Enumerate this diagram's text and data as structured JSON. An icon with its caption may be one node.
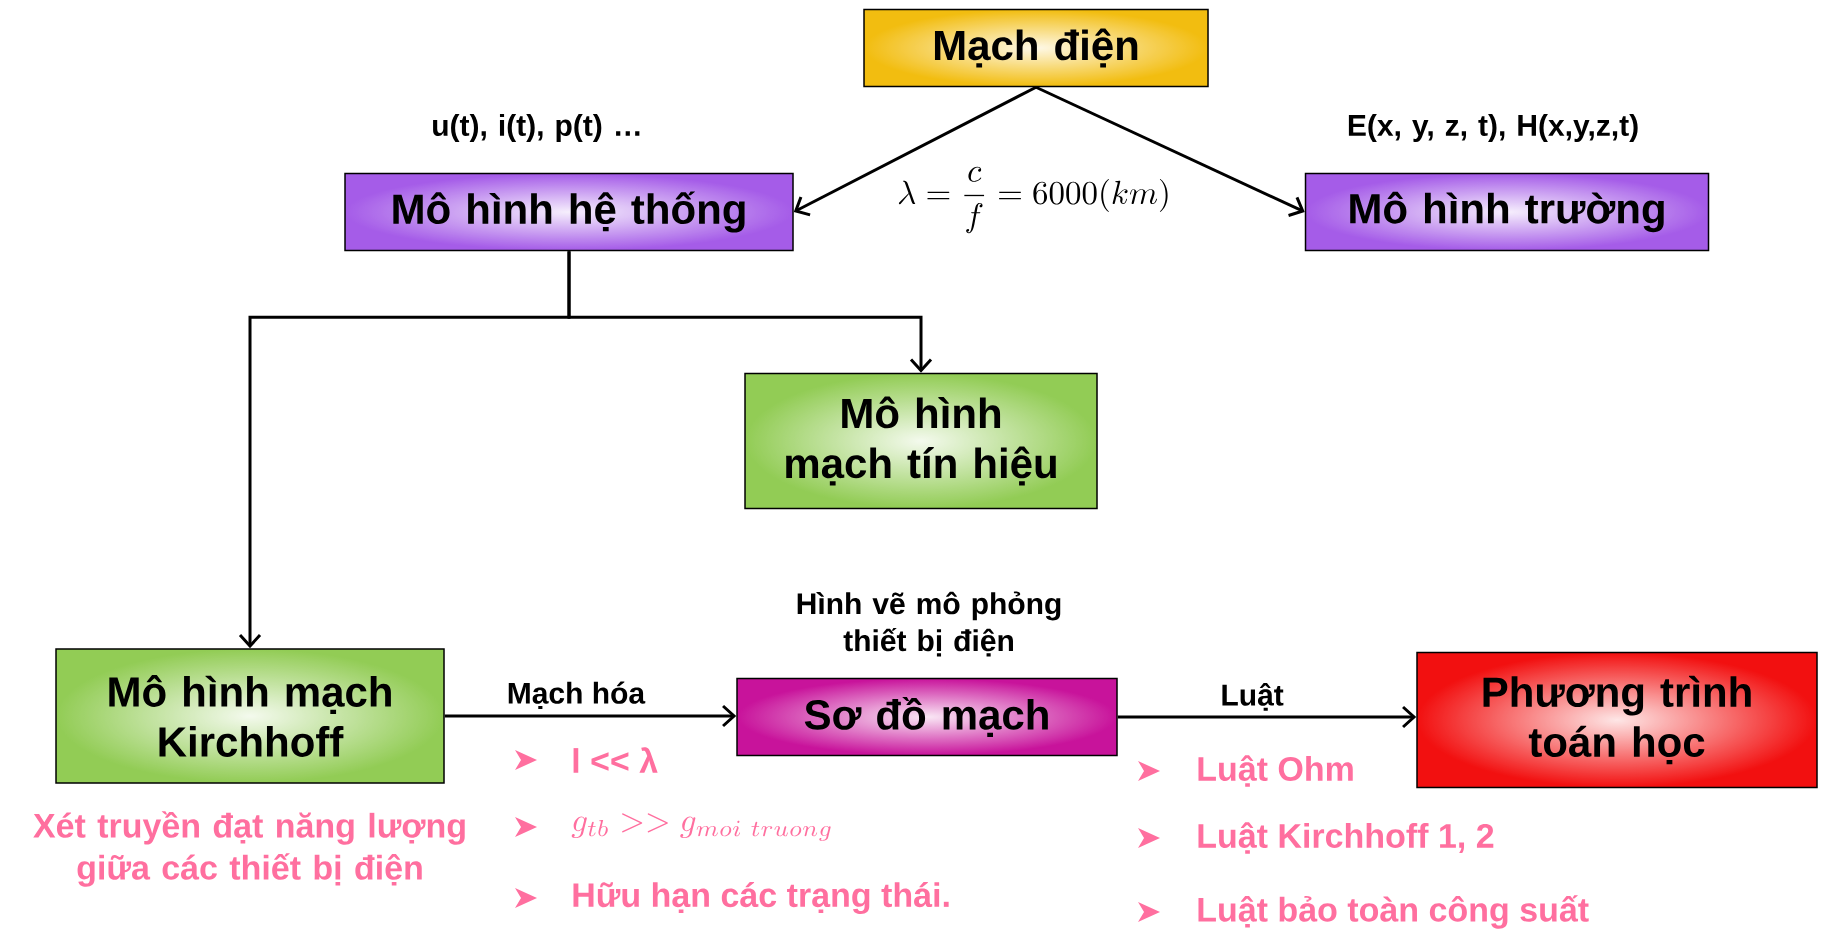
{
  "diagram": {
    "nodes": [
      {
        "text": [
          "Mạch điện"
        ]
      },
      {
        "text": [
          "Mô hình hệ thống"
        ],
        "beside": [
          "u(t), i(t), p(t) …"
        ]
      },
      {
        "text": [
          "Mô hình trường"
        ],
        "beside": [
          "E(x, y, z, t), H(x,y,z,t)"
        ]
      },
      {
        "text": [
          "Mô hình mạch tín hiệu"
        ]
      },
      {
        "text": [
          "Mô hình mạch Kirchhoff"
        ],
        "beside": [
          "Xét truyền đạt năng lượng giữa các thiết bị điện"
        ]
      },
      {
        "text": [
          "Sơ đồ mạch"
        ],
        "beside": [
          "Hình vẽ mô phỏng thiết bị điện"
        ]
      },
      {
        "text": [
          "Phương trình toán học"
        ]
      }
    ],
    "edges": [
      {
        "from": 0,
        "to": 1,
        "arrow": "to"
      },
      {
        "from": 0,
        "to": 2,
        "arrow": "to"
      },
      {
        "from": 1,
        "to": 4,
        "arrow": "to"
      },
      {
        "from": 1,
        "to": 3,
        "arrow": "to"
      },
      {
        "from": 4,
        "to": 5,
        "arrow": "to",
        "label": "Mạch hóa"
      },
      {
        "from": 5,
        "to": 6,
        "arrow": "to",
        "label": "Luật"
      }
    ],
    "labels": [
      "\\lambda = \\frac{c}{f} = 6000(km)",
      "l << λ",
      "g_{tb} >> g_{moi\\ truong}",
      "Hữu hạn các trạng thái.",
      "Luật Ohm",
      "Luật Kirchhoff 1, 2",
      "Luật bảo toàn công suất"
    ]
  }
}
